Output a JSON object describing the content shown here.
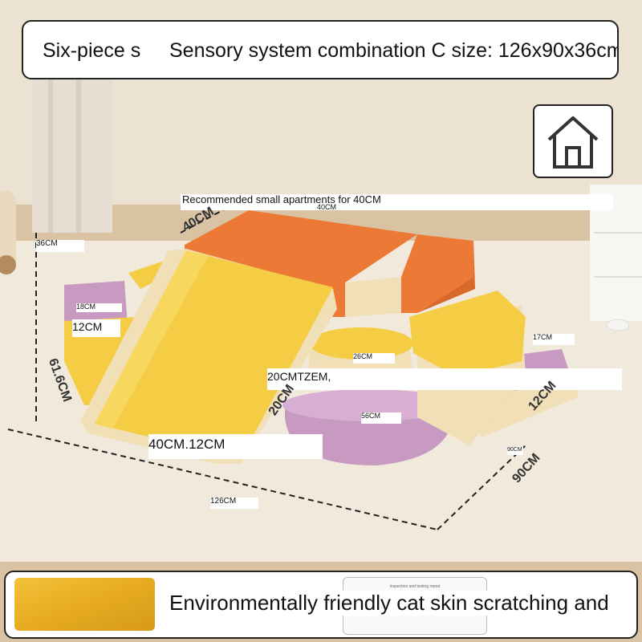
{
  "header": {
    "part1": "Six-piece s",
    "part2": "Sensory system combination C size: 126x90x36cm"
  },
  "home_icon": "house-icon",
  "labels": {
    "recommended": "Recommended small apartments for 40CM",
    "top_40cm": "40CM",
    "h36": "36CM",
    "d18": "18CM",
    "d12": "12CM",
    "d26": "26CM",
    "d17": "17CM",
    "d20tz": "20CMTZEM,",
    "d56": "56CM",
    "slide": "40CM.12CM",
    "d90": "90CM",
    "d126": "126CM"
  },
  "rotated": {
    "r40": "40CM",
    "r616": "61.6CM",
    "r20": "20CM",
    "r12": "12CM",
    "r90": "90CM"
  },
  "footer": {
    "text": "Environmentally friendly cat skin scratching and",
    "doc_title": "Inspection and testing report"
  },
  "colors": {
    "orange": "#ec7a36",
    "yellow": "#f5cd45",
    "purple": "#c89ac2",
    "cream": "#f1dfb8"
  }
}
